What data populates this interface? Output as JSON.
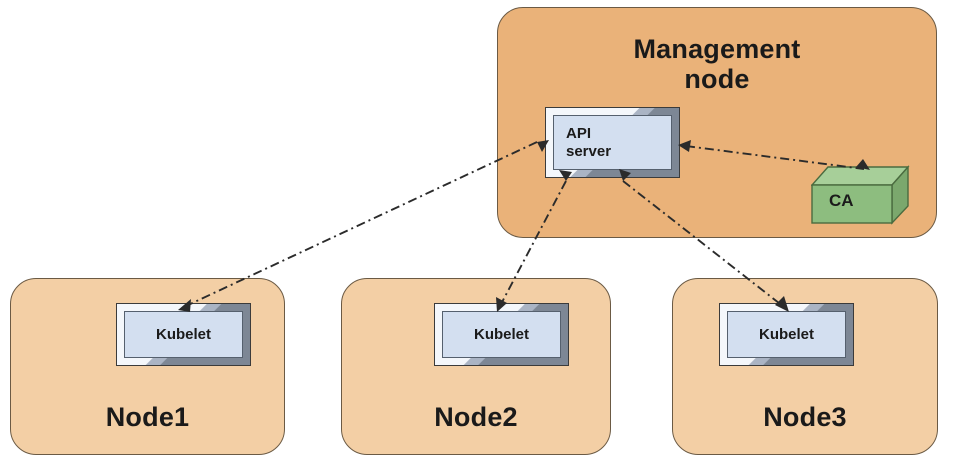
{
  "diagram": {
    "title_alt": "Kubernetes management node, API server, CA and node kubelets",
    "colors": {
      "management_node_fill": "#eab279",
      "node_fill": "#f3cfa5",
      "component_fill": "#d3dff0",
      "component_frame": "#aab4c4",
      "ca_fill": "#8dbd7f",
      "ca_top_fill": "#a7cf99",
      "ca_side_fill": "#7ba86d",
      "outline": "#6b5a44",
      "connector": "#2b2b2b",
      "text": "#1a1a1a",
      "background": "#ffffff"
    }
  },
  "management_node": {
    "label": "Management\nnode",
    "api_server": {
      "label": "API\nserver"
    },
    "ca": {
      "label": "CA"
    }
  },
  "nodes": [
    {
      "label": "Node1",
      "component": {
        "label": "Kubelet"
      }
    },
    {
      "label": "Node2",
      "component": {
        "label": "Kubelet"
      }
    },
    {
      "label": "Node3",
      "component": {
        "label": "Kubelet"
      }
    }
  ],
  "connections": [
    {
      "id": "api-to-kubelet1",
      "from": "API server",
      "to": "Node1 Kubelet",
      "style": "dash-dot",
      "arrows": "both"
    },
    {
      "id": "api-to-kubelet2",
      "from": "API server",
      "to": "Node2 Kubelet",
      "style": "dash-dot",
      "arrows": "both"
    },
    {
      "id": "api-to-kubelet3",
      "from": "API server",
      "to": "Node3 Kubelet",
      "style": "dash-dot",
      "arrows": "both"
    },
    {
      "id": "api-to-ca",
      "from": "API server",
      "to": "CA",
      "style": "dash-dot",
      "arrows": "both"
    }
  ]
}
